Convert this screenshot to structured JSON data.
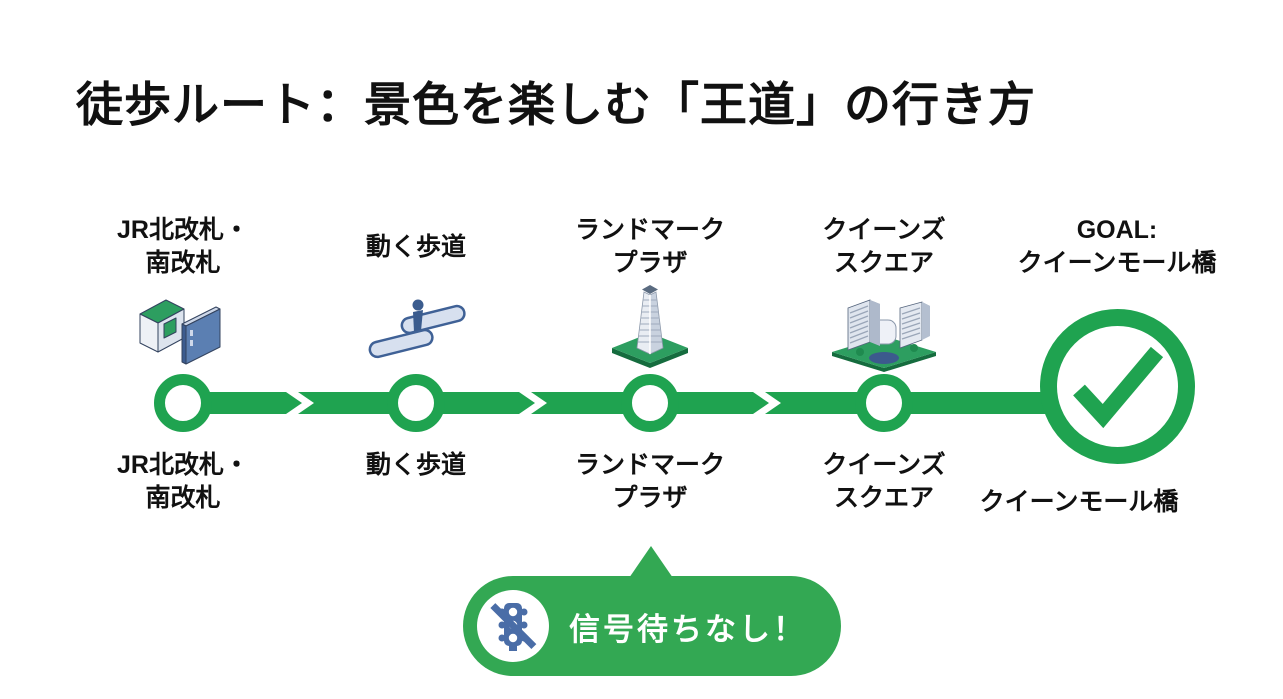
{
  "title": "徒歩ルート：景色を楽しむ「王道」の行き方",
  "colors": {
    "timeline_green": "#1FA350",
    "bubble_green": "#33A853",
    "icon_green": "#2D9E60",
    "icon_green_dark": "#156C3E",
    "icon_blue": "#5B7FB2",
    "icon_navy": "#3B5C8E",
    "text": "#111111"
  },
  "timeline": {
    "nodes": [
      {
        "id": "jr-gates",
        "icon": "ticket-gate-icon",
        "top": [
          "JR北改札・",
          "南改札"
        ],
        "bottom": [
          "JR北改札・",
          "南改札"
        ]
      },
      {
        "id": "moving-walkway",
        "icon": "moving-walkway-icon",
        "top": [
          "動く歩道"
        ],
        "bottom": [
          "動く歩道"
        ]
      },
      {
        "id": "landmark-plaza",
        "icon": "landmark-tower-icon",
        "top": [
          "ランドマーク",
          "プラザ"
        ],
        "bottom": [
          "ランドマーク",
          "プラザ"
        ]
      },
      {
        "id": "queens-square",
        "icon": "queens-square-icon",
        "top": [
          "クイーンズ",
          "スクエア"
        ],
        "bottom": [
          "クイーンズ",
          "スクエア"
        ]
      },
      {
        "id": "goal",
        "icon": "goal-check-icon",
        "top": [
          "GOAL:",
          "クイーンモール橋"
        ],
        "bottom": [
          "クイーンモール橋"
        ]
      }
    ]
  },
  "callout": {
    "icon": "no-traffic-light-icon",
    "text": "信号待ちなし！"
  }
}
